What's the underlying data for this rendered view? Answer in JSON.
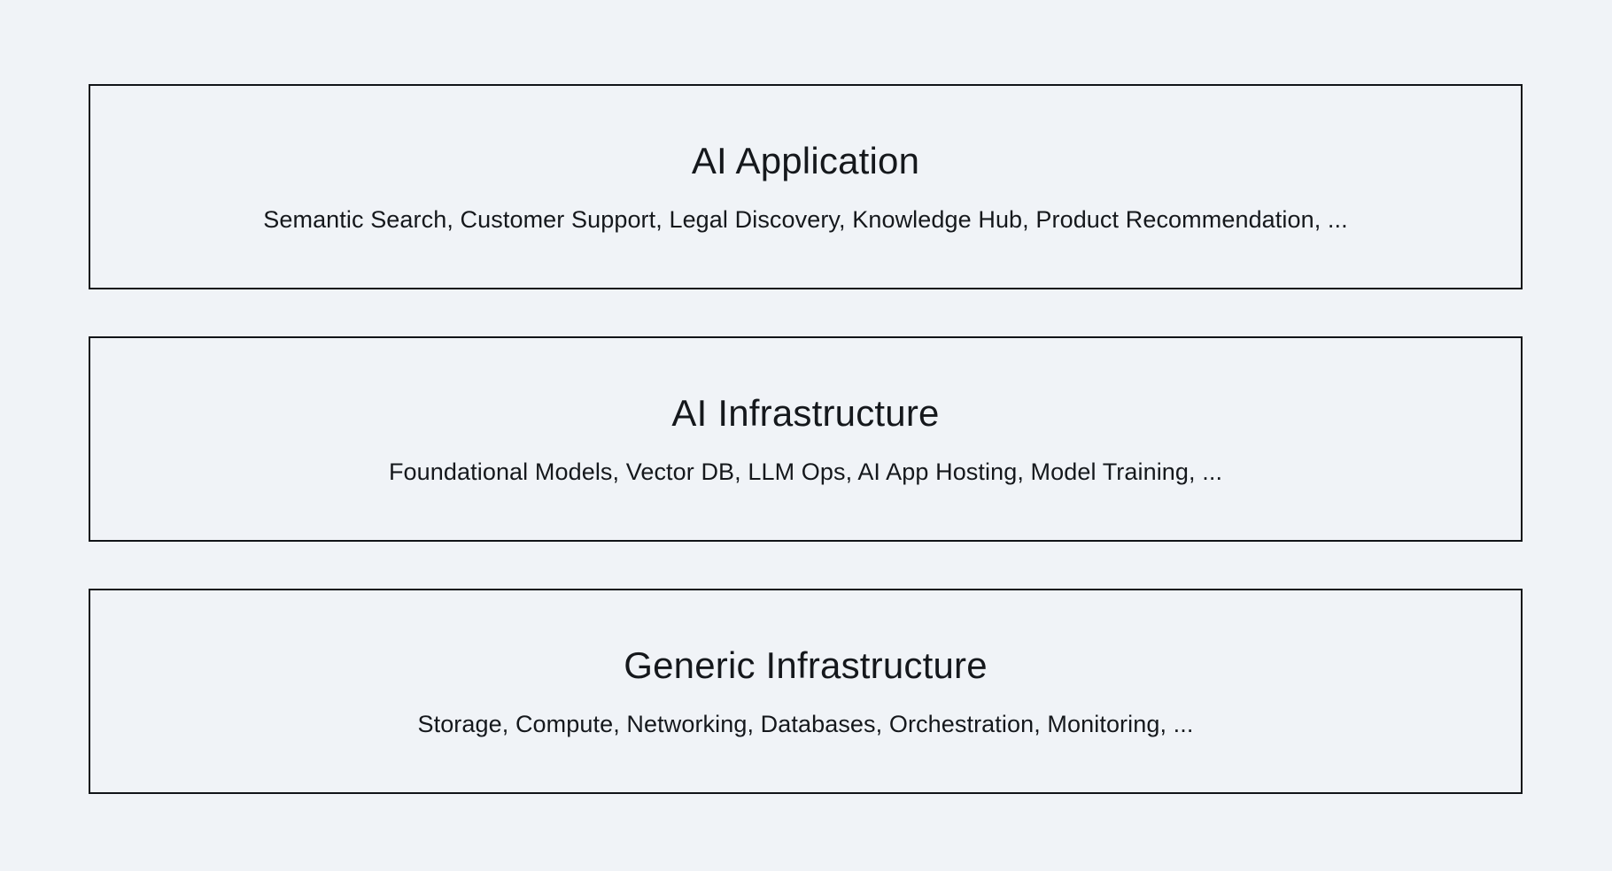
{
  "diagram": {
    "type": "layered-stack",
    "background_color": "#F0F3F7",
    "border_color": "#111418",
    "text_color": "#15181C",
    "layers": [
      {
        "title": "AI Application",
        "subtitle": "Semantic Search, Customer Support, Legal Discovery, Knowledge Hub, Product Recommendation, ..."
      },
      {
        "title": "AI Infrastructure",
        "subtitle": "Foundational Models, Vector DB, LLM Ops, AI App Hosting, Model Training, ..."
      },
      {
        "title": "Generic Infrastructure",
        "subtitle": "Storage, Compute, Networking, Databases, Orchestration, Monitoring, ..."
      }
    ]
  }
}
